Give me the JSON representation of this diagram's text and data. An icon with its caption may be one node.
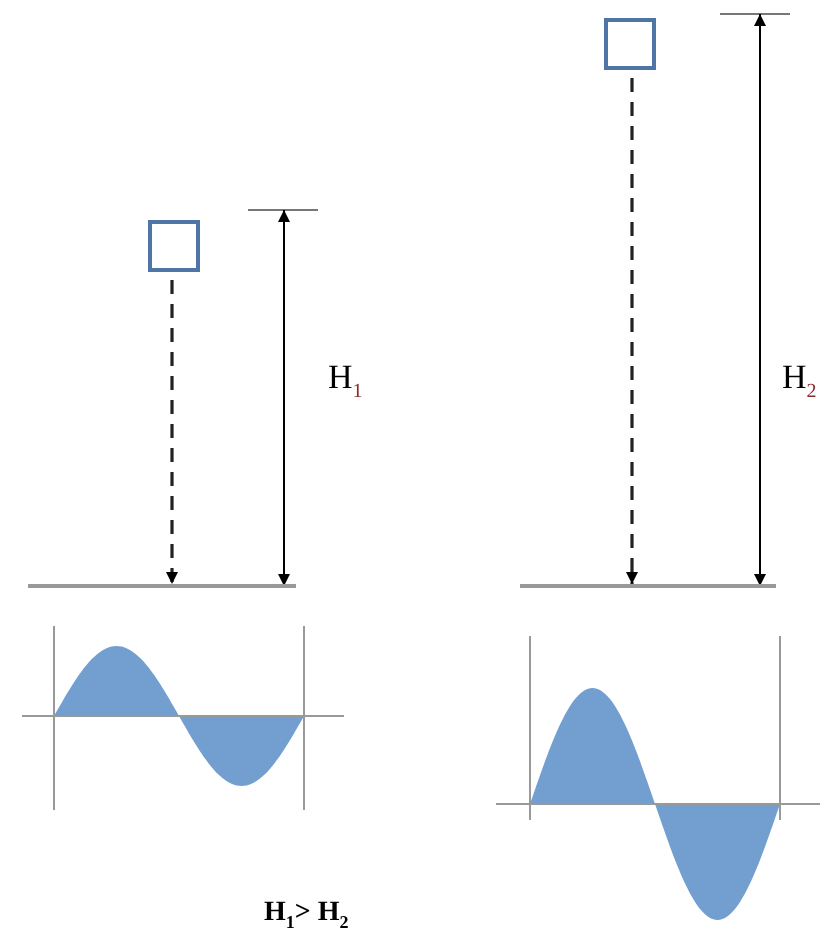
{
  "diagram": {
    "nodes": [
      {
        "text": [],
        "shape": "box"
      },
      {
        "text": [],
        "shape": "bar"
      },
      {
        "text": [],
        "shape": "box"
      },
      {
        "text": [],
        "shape": "bar"
      }
    ],
    "edges": [
      {
        "from": 0,
        "to": 1,
        "arrow": "to",
        "style": "dashed"
      },
      {
        "from": 2,
        "to": 3,
        "arrow": "to",
        "style": "dashed"
      }
    ],
    "labels": [
      "H$_{1}$",
      "H$_{2}$",
      "H$_{1}$> H$_{2}$"
    ]
  }
}
